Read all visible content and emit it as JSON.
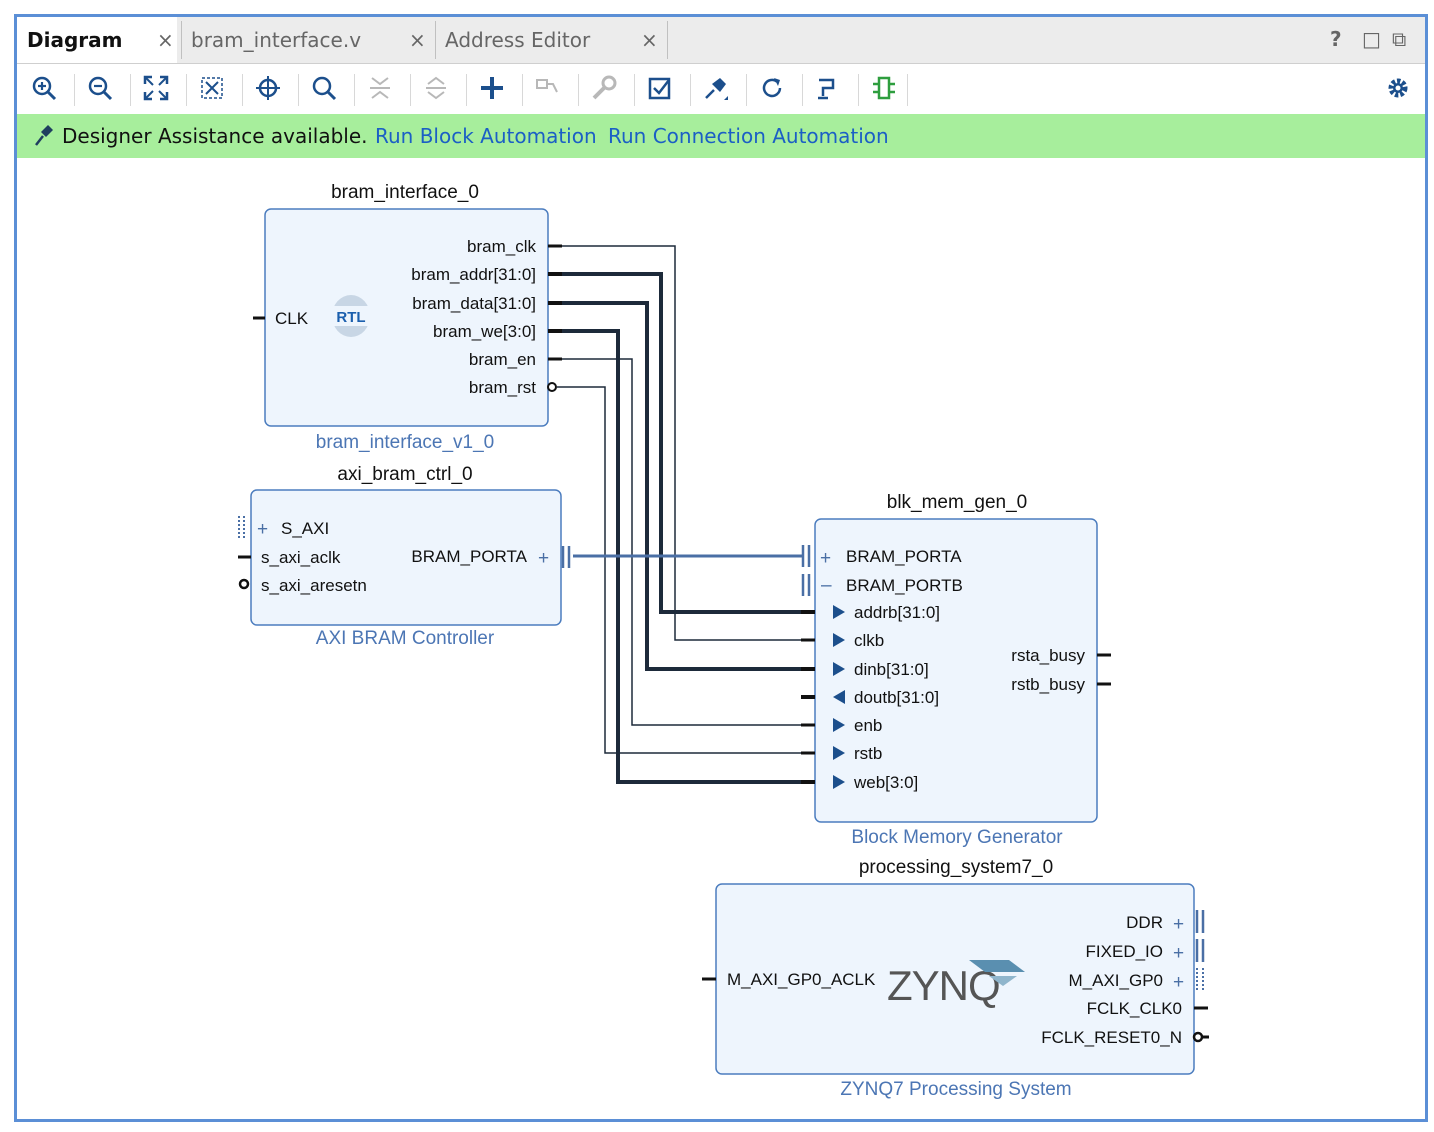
{
  "tabs": [
    {
      "label": "Diagram",
      "active": true
    },
    {
      "label": "bram_interface.v",
      "active": false
    },
    {
      "label": "Address Editor",
      "active": false
    }
  ],
  "tab_close_glyph": "×",
  "window_controls": [
    "?",
    "□",
    "⧉"
  ],
  "toolbar": {
    "icons": [
      "zoom-in-icon",
      "zoom-out-icon",
      "zoom-fit-icon",
      "fit-selection-icon",
      "center-icon",
      "search-icon",
      "collapse-icon",
      "expand-icon",
      "add-ip-icon",
      "make-connection-icon",
      "properties-icon",
      "validate-icon",
      "autoconnect-icon",
      "regenerate-icon",
      "optimize-routing-icon",
      "create-port-icon"
    ],
    "settings_icon": "gear-icon"
  },
  "banner": {
    "message": "Designer Assistance available.",
    "link_block": "Run Block Automation",
    "link_connection": "Run Connection Automation",
    "color": "#a7ee9c"
  },
  "colors": {
    "block_fill": "#eef5fd",
    "block_border": "#4c7dbf",
    "block_type_text": "#4c76b4",
    "wire": "#1d2a3a",
    "bus_wire": "#4a6fa5"
  },
  "blocks": {
    "bram_interface": {
      "instance": "bram_interface_0",
      "type": "bram_interface_v1_0",
      "badge": "RTL",
      "in_ports": [
        "CLK"
      ],
      "out_ports": [
        "bram_clk",
        "bram_addr[31:0]",
        "bram_data[31:0]",
        "bram_we[3:0]",
        "bram_en",
        "bram_rst"
      ]
    },
    "axi_bram_ctrl": {
      "instance": "axi_bram_ctrl_0",
      "type": "AXI BRAM Controller",
      "in_ports": [
        "S_AXI",
        "s_axi_aclk",
        "s_axi_aresetn"
      ],
      "out_ports": [
        "BRAM_PORTA"
      ]
    },
    "blk_mem_gen": {
      "instance": "blk_mem_gen_0",
      "type": "Block Memory Generator",
      "in_ports": [
        "BRAM_PORTA",
        "BRAM_PORTB",
        "addrb[31:0]",
        "clkb",
        "dinb[31:0]",
        "doutb[31:0]",
        "enb",
        "rstb",
        "web[3:0]"
      ],
      "out_ports": [
        "rsta_busy",
        "rstb_busy"
      ]
    },
    "processing_system": {
      "instance": "processing_system7_0",
      "type": "ZYNQ7 Processing System",
      "logo": "ZYNQ",
      "in_ports": [
        "M_AXI_GP0_ACLK"
      ],
      "out_ports": [
        "DDR",
        "FIXED_IO",
        "M_AXI_GP0",
        "FCLK_CLK0",
        "FCLK_RESET0_N"
      ]
    }
  }
}
